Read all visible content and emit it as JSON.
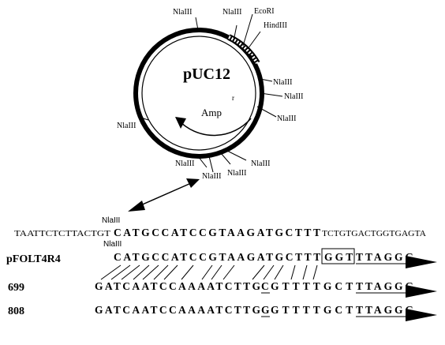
{
  "plasmid": {
    "name": "pUC12",
    "amp_label": "Amp",
    "amp_superscript": "r",
    "sites": {
      "nla_top_left": "NlaIII",
      "nla_top_mid": "NlaIII",
      "ecori": "EcoRI",
      "hindiii": "HindIII",
      "nla_right_1": "NlaIII",
      "nla_right_2": "NlaIII",
      "nla_right_3": "NlaIII",
      "nla_left": "NlaIII",
      "nla_bottom_1": "NlaIII",
      "nla_bottom_2": "NlaIII",
      "nla_bottom_3": "NlaIII"
    }
  },
  "alignment": {
    "ref_site_label": "NlaIII",
    "ref_left_flank": "TAATTCTCTTACTGT",
    "ref_core": "CATGCCATCCGTAAGATGCTTT",
    "ref_right_flank": "TCTGTGACTGGTGAGTA",
    "pfolt_label": "pFOLT4R4",
    "pfolt_site_label": "NlaIII",
    "pfolt_seq": "CATGCCATCCGTAAGATGCTTT",
    "pfolt_boxed": "GGT",
    "pfolt_tail": "TTAGGG",
    "clone1_label": "699",
    "clone1_prefix": "GATCAATCCAAAATCTTG",
    "clone1_ul": "C",
    "clone1_mid": "GTTTTGCT",
    "clone1_tail": "TTAGGG",
    "clone2_label": "808",
    "clone2_prefix": "GATCAATCCAAAATCTTG",
    "clone2_ul": "G",
    "clone2_mid": "GTTTTGCT",
    "clone2_tail": "TTAGGG"
  }
}
